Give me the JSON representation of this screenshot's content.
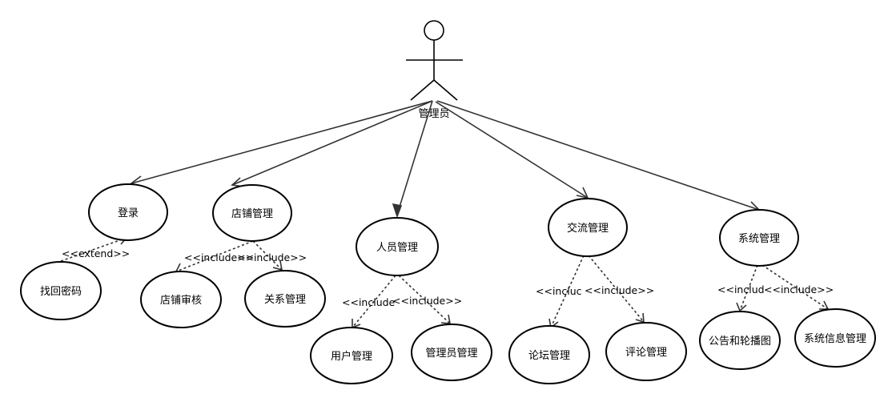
{
  "actor": {
    "label": "管理员"
  },
  "use_cases": {
    "login": "登录",
    "shop_mgmt": "店铺管理",
    "staff_mgmt": "人员管理",
    "comm_mgmt": "交流管理",
    "system_mgmt": "系统管理",
    "recover_password": "找回密码",
    "shop_review": "店铺审核",
    "relation_mgmt": "关系管理",
    "user_mgmt": "用户管理",
    "admin_mgmt": "管理员管理",
    "forum_mgmt": "论坛管理",
    "comment_mgmt": "评论管理",
    "notice_carousel": "公告和轮播图",
    "sysinfo_mgmt": "系统信息管理"
  },
  "stereotypes": {
    "extend": "<<extend>>",
    "include": "<<include>>",
    "include_cut1": "<<include",
    "include_cut2": "<<includ",
    "include_cut3": "<<incluc"
  }
}
